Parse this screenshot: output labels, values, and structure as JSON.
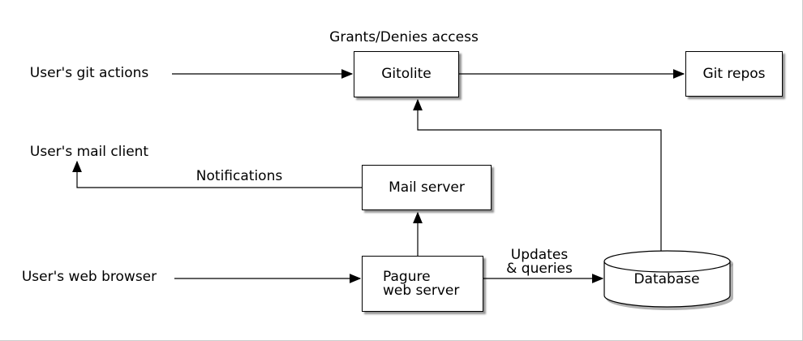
{
  "canvas": {
    "background": "#ffffff",
    "edge_color": "#000000",
    "box_fill": "#ffffff",
    "box_border": "#000000",
    "shadow_color": "#9a9a9a",
    "frame_color": "#cccccc"
  },
  "nodes": {
    "gitolite": {
      "label": "Gitolite"
    },
    "git_repos": {
      "label": "Git repos"
    },
    "mail_server": {
      "label": "Mail server"
    },
    "pagure_web_server": {
      "line1": "Pagure",
      "line2": "web server"
    },
    "database": {
      "label": "Database"
    }
  },
  "labels": {
    "users_git_actions": "User's git actions",
    "grants_denies_access": "Grants/Denies access",
    "users_mail_client": "User's mail client",
    "notifications": "Notifications",
    "users_web_browser": "User's web browser",
    "updates_line1": "Updates",
    "updates_line2": "& queries"
  }
}
